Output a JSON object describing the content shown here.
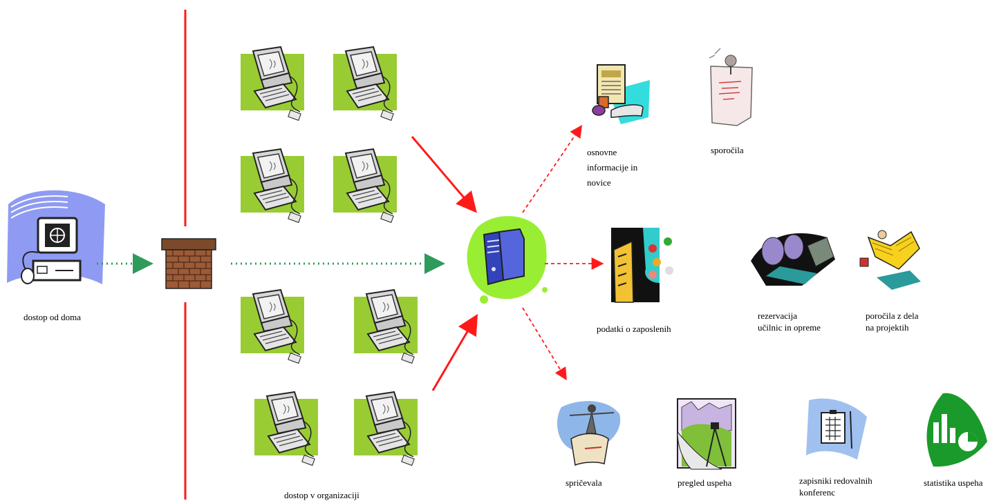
{
  "labels": {
    "home_access": "dostop od doma",
    "org_access": "dostop v organizaciji",
    "news": [
      "osnovne",
      "informacije in",
      "novice"
    ],
    "messages": "sporočila",
    "employees": "podatki o zaposlenih",
    "reservation": [
      "rezervacija",
      "učilnic in opreme"
    ],
    "reports": [
      "poročila z dela",
      "na projektih"
    ],
    "certificates": "spričevala",
    "progress_overview": "pregled uspeha",
    "conference_minutes": [
      "zapisniki redovalnih",
      "konferenc"
    ],
    "statistics": "statistika uspeha"
  },
  "colors": {
    "firewall_line": "#ff1a1a",
    "dotted_arrow": "#2e9a5c",
    "solid_arrow": "#ff1a1a",
    "dashed_arrow": "#ff1a1a",
    "computer_tile": "#99cc33",
    "server_blob": "#99ee33"
  }
}
